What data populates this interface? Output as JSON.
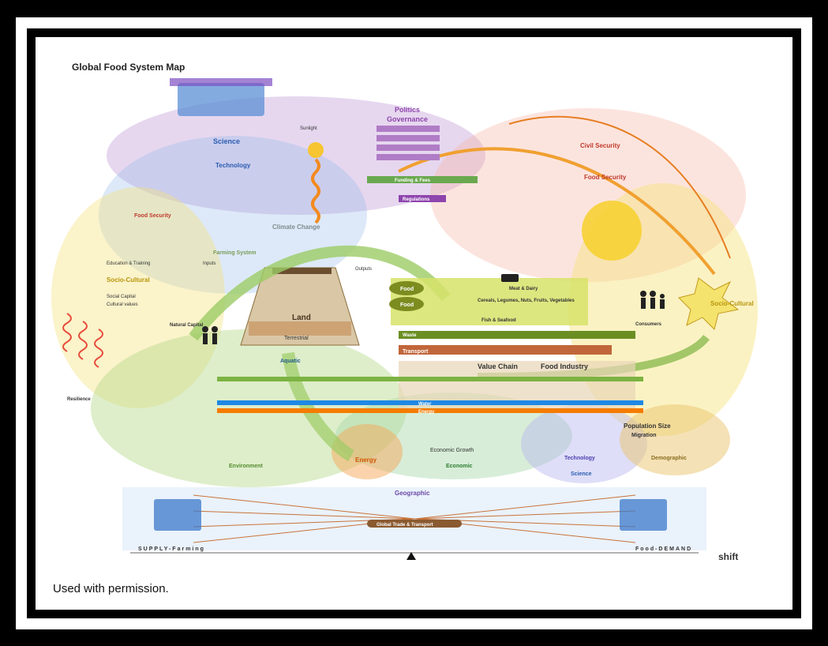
{
  "title": "Global Food System Map",
  "caption": "Used with permission.",
  "labels": {
    "politics": "Politics",
    "governance": "Governance",
    "science": "Science",
    "technology": "Technology",
    "civil_security": "Civil Security",
    "food_security_right": "Food Security",
    "food_security_left": "Food Security",
    "climate_change": "Climate Change",
    "farming_system": "Farming System",
    "land": "Land",
    "terrestrial": "Terrestrial",
    "aquatic": "Aquatic",
    "natural_capital": "Natural Capital",
    "socio_cultural_left": "Socio-Cultural",
    "socio_cultural_right": "Socio-Cultural",
    "social_capital": "Social Capital",
    "cultural_values": "Cultural values",
    "education_training": "Education & Training",
    "funding_fees": "Funding & Fees",
    "regulations": "Regulations",
    "food_1": "Food",
    "food_2": "Food",
    "transport": "Transport",
    "value_chain": "Value Chain",
    "food_industry": "Food Industry",
    "waste": "Waste",
    "water": "Water",
    "energy_bar": "Energy",
    "energy": "Energy",
    "economic_growth": "Economic Growth",
    "economic": "Economic",
    "technology_bottom": "Technology",
    "science_bottom": "Science",
    "environment": "Environment",
    "population_size": "Population Size",
    "migration": "Migration",
    "demographic": "Demographic",
    "consumers": "Consumers",
    "geographic": "Geographic",
    "global_trade": "Global Trade & Transport",
    "supply_farming": "SUPPLY-Farming",
    "food_demand": "Food-DEMAND",
    "brand": "shift",
    "resilience": "Resilience",
    "outputs": "Outputs",
    "inputs": "Inputs",
    "meat_dairy": "Meat & Dairy",
    "cereals": "Cereals, Legumes, Nuts, Fruits, Vegetables",
    "fish_seafood": "Fish & Seafood",
    "sunlight": "Sunlight"
  },
  "colors": {
    "politics": "#9b59b6",
    "science": "#3a7bd5",
    "environment": "#7cb342",
    "economic": "#e67e22",
    "social": "#f1c40f",
    "security": "#e74c3c",
    "value_chain": "#c0ca33",
    "water": "#1e88e5"
  }
}
